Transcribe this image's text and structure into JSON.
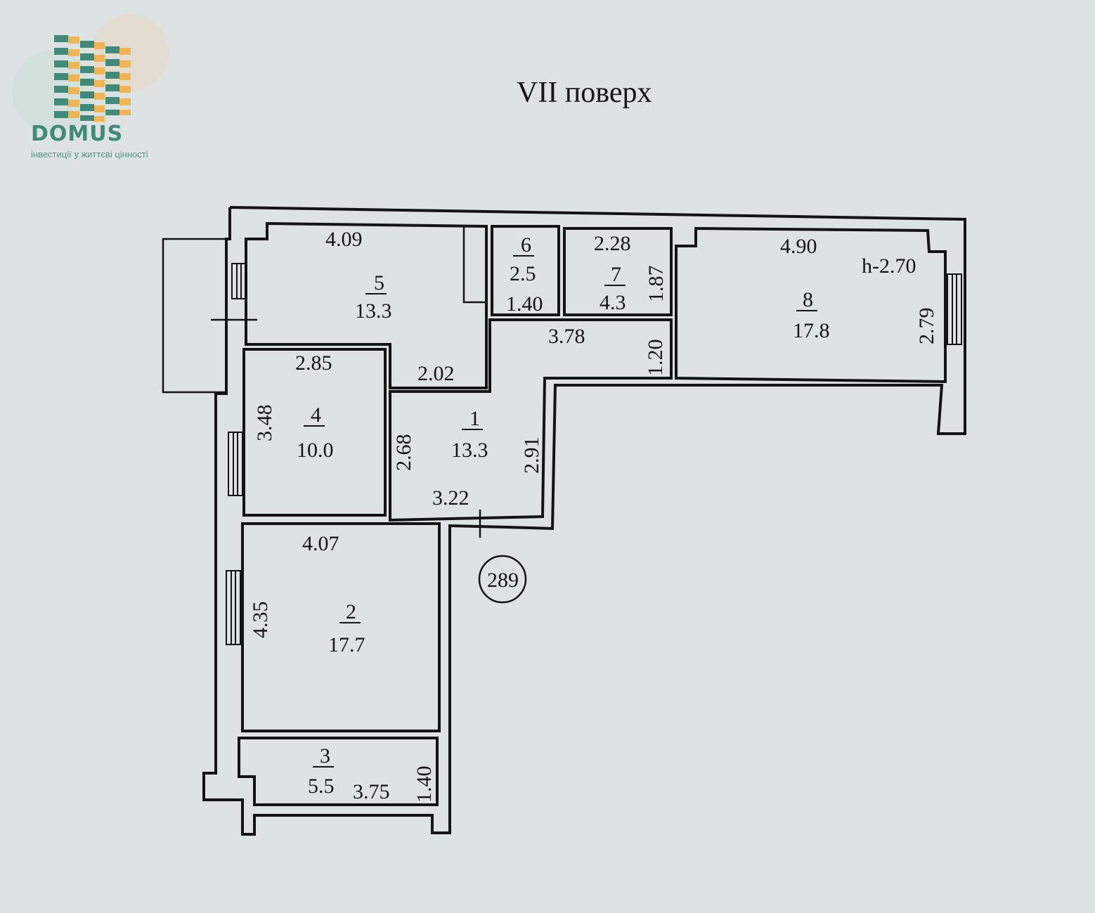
{
  "logo": {
    "name": "DOMUS",
    "tagline": "інвестиції у життєві цінності"
  },
  "title": "VII поверх",
  "apartment_number": "289",
  "ceiling_height": "h-2.70",
  "rooms": [
    {
      "number": "1",
      "area": "13.3"
    },
    {
      "number": "2",
      "area": "17.7"
    },
    {
      "number": "3",
      "area": "5.5"
    },
    {
      "number": "4",
      "area": "10.0"
    },
    {
      "number": "5",
      "area": "13.3"
    },
    {
      "number": "6",
      "area": "2.5"
    },
    {
      "number": "7",
      "area": "4.3"
    },
    {
      "number": "8",
      "area": "17.8"
    }
  ],
  "dimensions": {
    "r5_width": "4.09",
    "r5_bottom": "2.02",
    "r6_width": "1.40",
    "r7_width": "2.28",
    "r7_depth": "1.87",
    "r8_width": "4.90",
    "r8_depth": "2.79",
    "hall_length": "3.78",
    "hall_width": "1.20",
    "r4_width": "2.85",
    "r4_depth": "3.48",
    "r1_left": "2.68",
    "r1_right": "2.91",
    "r1_width": "3.22",
    "r2_width": "4.07",
    "r2_depth": "4.35",
    "r3_width": "3.75",
    "r3_depth": "1.40"
  }
}
